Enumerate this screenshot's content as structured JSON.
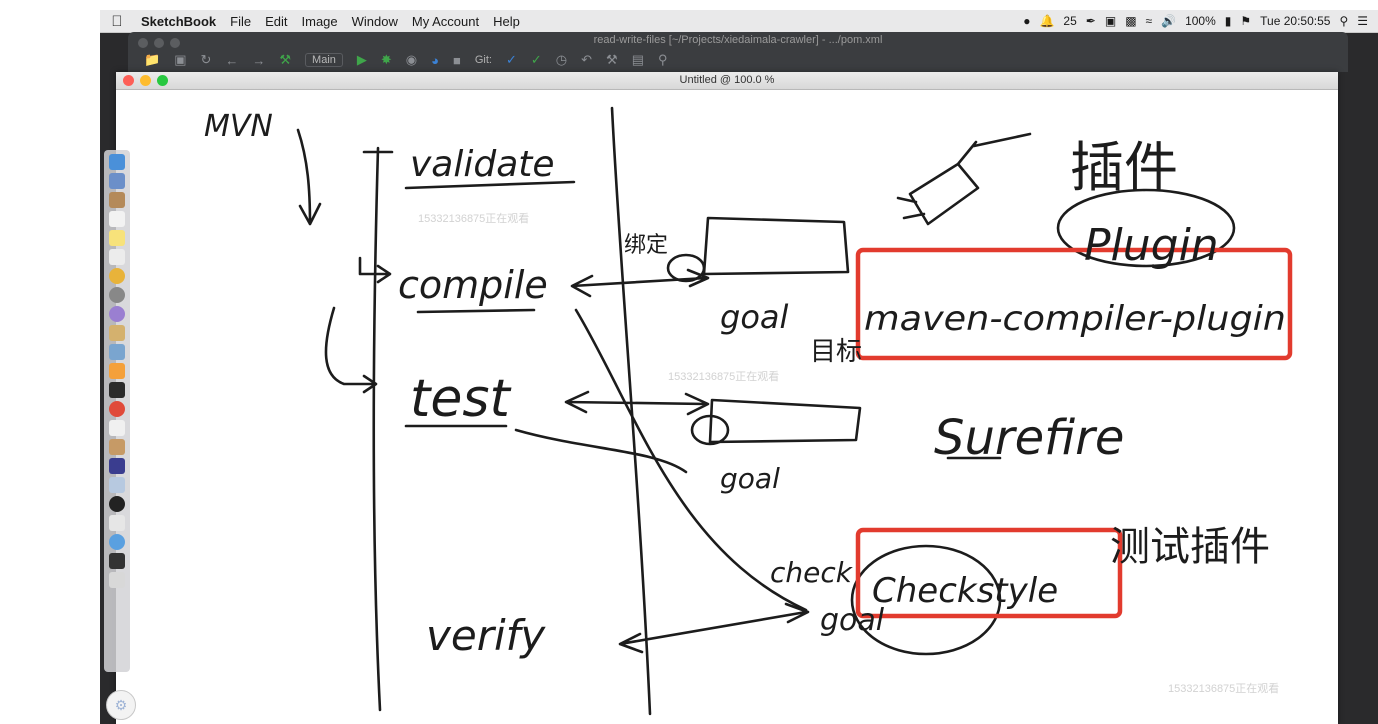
{
  "menubar": {
    "app_name": "SketchBook",
    "menus": [
      "File",
      "Edit",
      "Image",
      "Window",
      "My Account",
      "Help"
    ],
    "notif_count": "25",
    "battery": "100%",
    "datetime": "Tue 20:50:55"
  },
  "ide_window": {
    "title": "read-write-files [~/Projects/xiedaimala-crawler] - .../pom.xml",
    "run_config": "Main",
    "git_label": "Git:"
  },
  "sketch_window": {
    "title": "Untitled @ 100.0 %"
  },
  "watermarks": {
    "w1": "15332136875正在观看",
    "w2": "15332136875正在观看",
    "w3": "15332136875正在观看"
  },
  "drawing": {
    "mvn": "MVN",
    "validate": "validate",
    "compile": "compile",
    "test": "test",
    "verify": "verify",
    "bind": "绑定",
    "goal1": "goal",
    "target": "目标",
    "goal2": "goal",
    "goal3": "goal",
    "plugin_cn": "插件",
    "plugin_en": "Plugin",
    "maven_compiler": "maven-compiler-plugin",
    "surefire": "Surefire",
    "test_cn": "测试插件",
    "check": "check",
    "checkstyle": "Checkstyle"
  },
  "colors": {
    "highlight_box": "#e23b2e",
    "ink": "#1c1c1c"
  }
}
